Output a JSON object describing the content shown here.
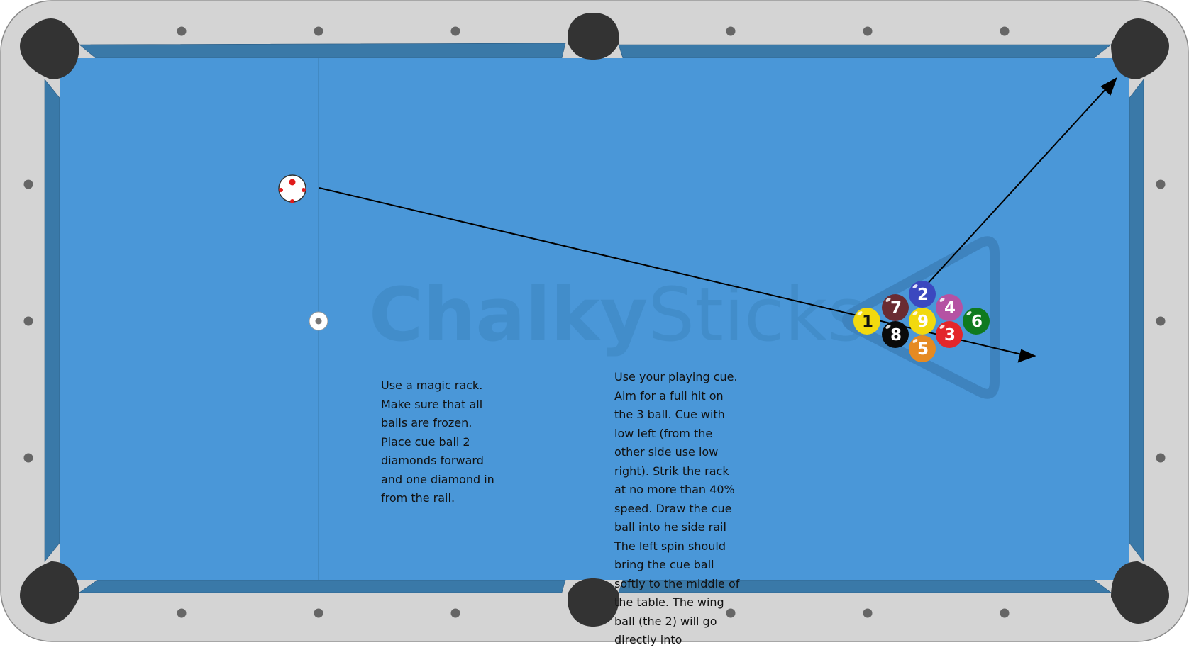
{
  "brand": {
    "watermark_bold": "Chalky",
    "watermark_light": "Sticks"
  },
  "colors": {
    "frame": "#d4d4d4",
    "frame_border": "#8a8a8a",
    "cloth": "#4a97d8",
    "cushion": "#3a79a8",
    "pocket": "#333333",
    "diamond": "#666666",
    "watermark": "#3d85bf",
    "rack_outline": "#3e83be",
    "path_line": "#000000"
  },
  "cue_ball": {
    "label": "cue ball",
    "color": "#ffffff",
    "tip_mark_color": "#e01b1b"
  },
  "spot_marker": {
    "label": "cue ball placement spot"
  },
  "balls": [
    {
      "number": "1",
      "color": "#f2d90f",
      "text_color": "#111111"
    },
    {
      "number": "2",
      "color": "#3b48bf",
      "text_color": "#ffffff"
    },
    {
      "number": "3",
      "color": "#e3262b",
      "text_color": "#ffffff"
    },
    {
      "number": "4",
      "color": "#b552a3",
      "text_color": "#ffffff"
    },
    {
      "number": "5",
      "color": "#e58a22",
      "text_color": "#ffffff"
    },
    {
      "number": "6",
      "color": "#0f7a1f",
      "text_color": "#ffffff"
    },
    {
      "number": "7",
      "color": "#6a2b32",
      "text_color": "#ffffff"
    },
    {
      "number": "8",
      "color": "#0a0a0a",
      "text_color": "#ffffff"
    },
    {
      "number": "9",
      "color": "#f2d90f",
      "text_color": "#ffffff"
    }
  ],
  "notes": {
    "rack_setup": "Use a magic rack. Make sure that all balls are frozen. Place cue ball 2 diamonds forward and one diamond in from the rail.",
    "shot_instructions": "Use your playing cue. Aim for a full hit on the 3 ball. Cue with low left (from the other side use low right). Strik the rack at no more than 40% speed. Draw the cue ball into he side rail The left spin should bring the cue ball softly to the middle of the table. The wing ball (the 2) will go directly into"
  }
}
